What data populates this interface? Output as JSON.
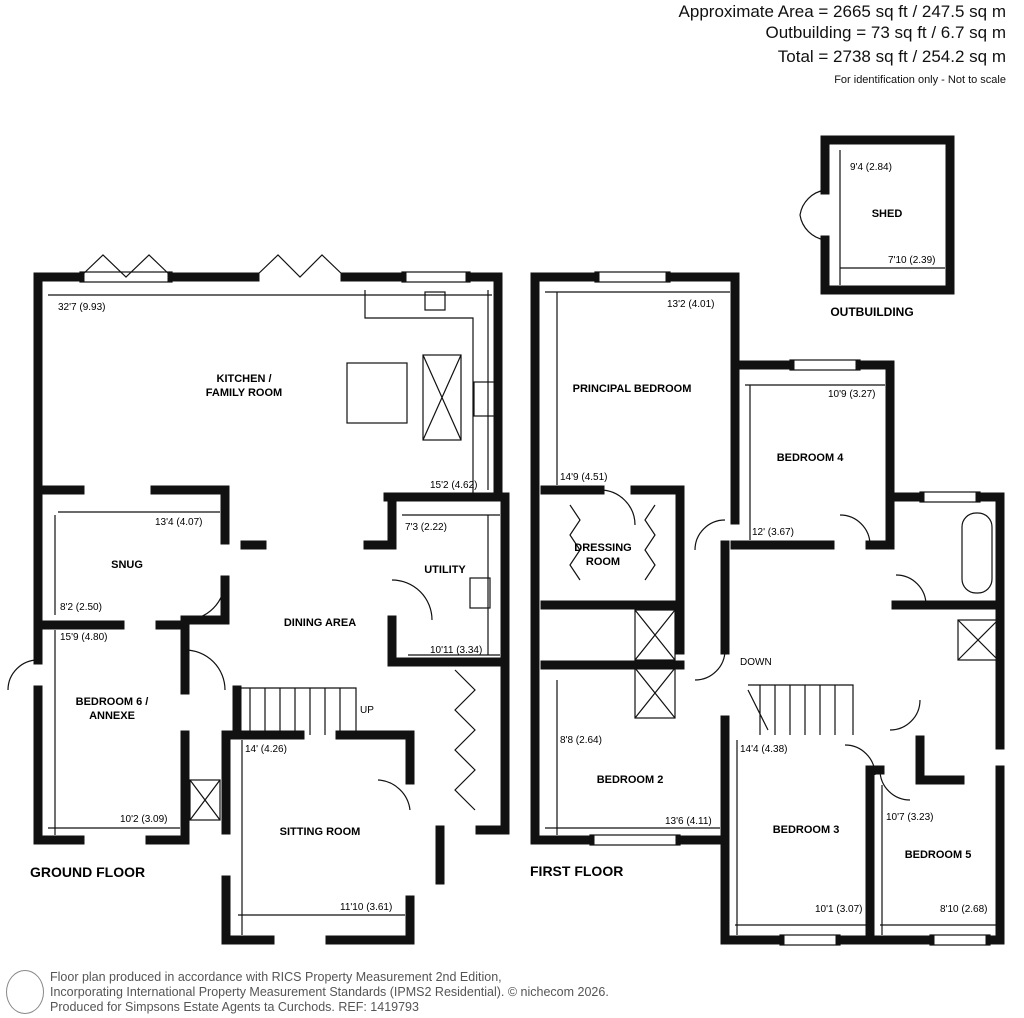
{
  "header": {
    "approx_area": "Approximate Area = 2665 sq ft / 247.5 sq m",
    "outbuilding": "Outbuilding = 73 sq ft / 6.7 sq m",
    "total": "Total = 2738 sq ft / 254.2 sq m",
    "note": "For identification only - Not to scale"
  },
  "floors": {
    "ground": "GROUND FLOOR",
    "first": "FIRST FLOOR",
    "outbuilding": "OUTBUILDING"
  },
  "rooms": {
    "kitchen": {
      "name1": "KITCHEN /",
      "name2": "FAMILY ROOM",
      "dim_w": "32'7 (9.93)",
      "dim_h": "15'2 (4.62)"
    },
    "snug": {
      "name": "SNUG",
      "dim_w": "13'4 (4.07)",
      "dim_h": "8'2 (2.50)"
    },
    "bedroom6": {
      "name1": "BEDROOM 6 /",
      "name2": "ANNEXE",
      "dim_w": "10'2 (3.09)",
      "dim_h": "15'9 (4.80)"
    },
    "dining": {
      "name": "DINING AREA"
    },
    "utility": {
      "name": "UTILITY",
      "dim_w": "7'3 (2.22)",
      "dim_h": "10'11 (3.34)"
    },
    "sitting": {
      "name": "SITTING ROOM",
      "dim_w": "11'10 (3.61)",
      "dim_h": "14' (4.26)"
    },
    "principal": {
      "name": "PRINCIPAL BEDROOM",
      "dim_w": "13'2 (4.01)",
      "dim_h": "14'9 (4.51)"
    },
    "bedroom4": {
      "name": "BEDROOM 4",
      "dim_w": "10'9 (3.27)",
      "dim_h": "12' (3.67)"
    },
    "dressing": {
      "name1": "DRESSING",
      "name2": "ROOM"
    },
    "bedroom2": {
      "name": "BEDROOM 2",
      "dim_w": "13'6 (4.11)",
      "dim_h": "8'8 (2.64)"
    },
    "bedroom3": {
      "name": "BEDROOM 3",
      "dim_w": "10'1 (3.07)",
      "dim_h": "14'4 (4.38)"
    },
    "bedroom5": {
      "name": "BEDROOM 5",
      "dim_w": "8'10 (2.68)",
      "dim_h": "10'7 (3.23)"
    },
    "shed": {
      "name": "SHED",
      "dim_w": "7'10 (2.39)",
      "dim_h": "9'4 (2.84)"
    }
  },
  "stairs": {
    "up": "UP",
    "down": "DOWN"
  },
  "footer": {
    "line1": "Floor plan produced in accordance with RICS Property Measurement 2nd Edition,",
    "line2": "Incorporating International Property Measurement Standards (IPMS2 Residential).   © nichecom 2026.",
    "line3": "Produced for Simpsons Estate Agents ta Curchods.   REF: 1419793"
  }
}
